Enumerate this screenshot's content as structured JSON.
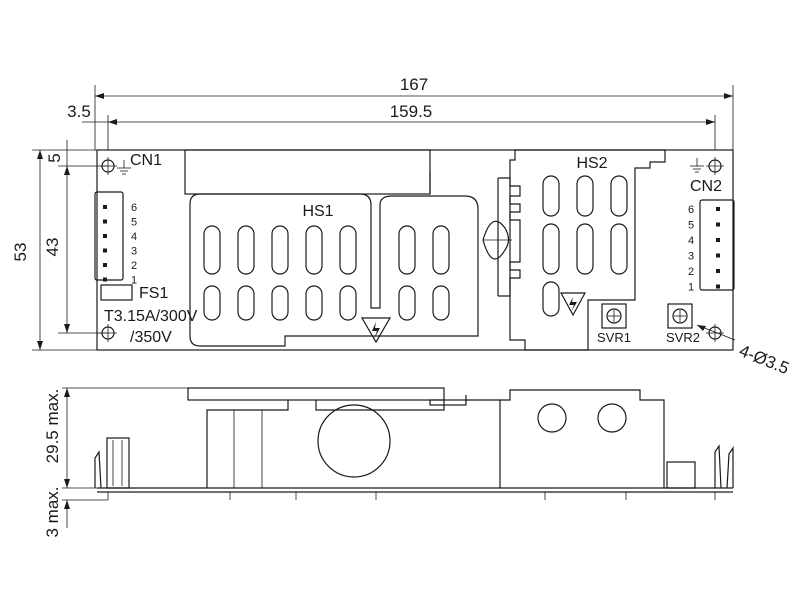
{
  "dimensions": {
    "overall_length": "167",
    "hole_spacing": "159.5",
    "hole_offset": "3.5",
    "height_overall": "53",
    "height_holes": "43",
    "top_offset": "5",
    "max_height": "29.5 max.",
    "pin_height": "3 max.",
    "holes": "4-Ø3.5"
  },
  "top_view": {
    "cn1": "CN1",
    "cn1_pins": [
      "6",
      "5",
      "4",
      "3",
      "2",
      "1"
    ],
    "hs1": "HS1",
    "hs2": "HS2",
    "fs1": "FS1",
    "fuse_rating_1": "T3.15A/300V",
    "fuse_rating_2": "/350V",
    "cn2": "CN2",
    "cn2_pins": [
      "6",
      "5",
      "4",
      "3",
      "2",
      "1"
    ],
    "svr1": "SVR1",
    "svr2": "SVR2"
  }
}
